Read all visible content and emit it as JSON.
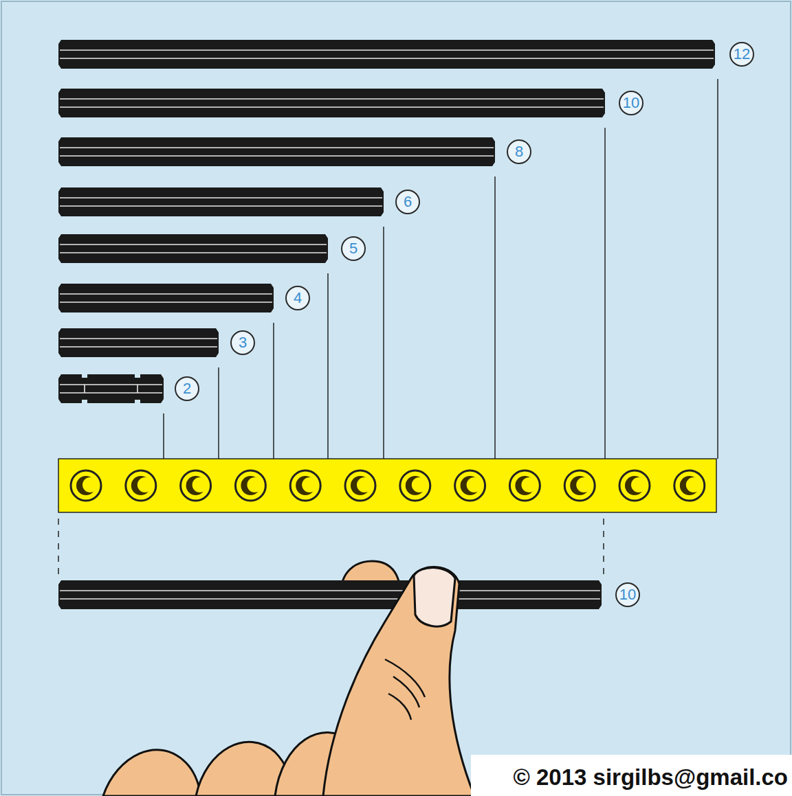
{
  "diagram": {
    "labels": [
      "12",
      "10",
      "8",
      "6",
      "5",
      "4",
      "3",
      "2",
      "10",
      "© 2013 sirgilbs@gmail.co"
    ]
  }
}
